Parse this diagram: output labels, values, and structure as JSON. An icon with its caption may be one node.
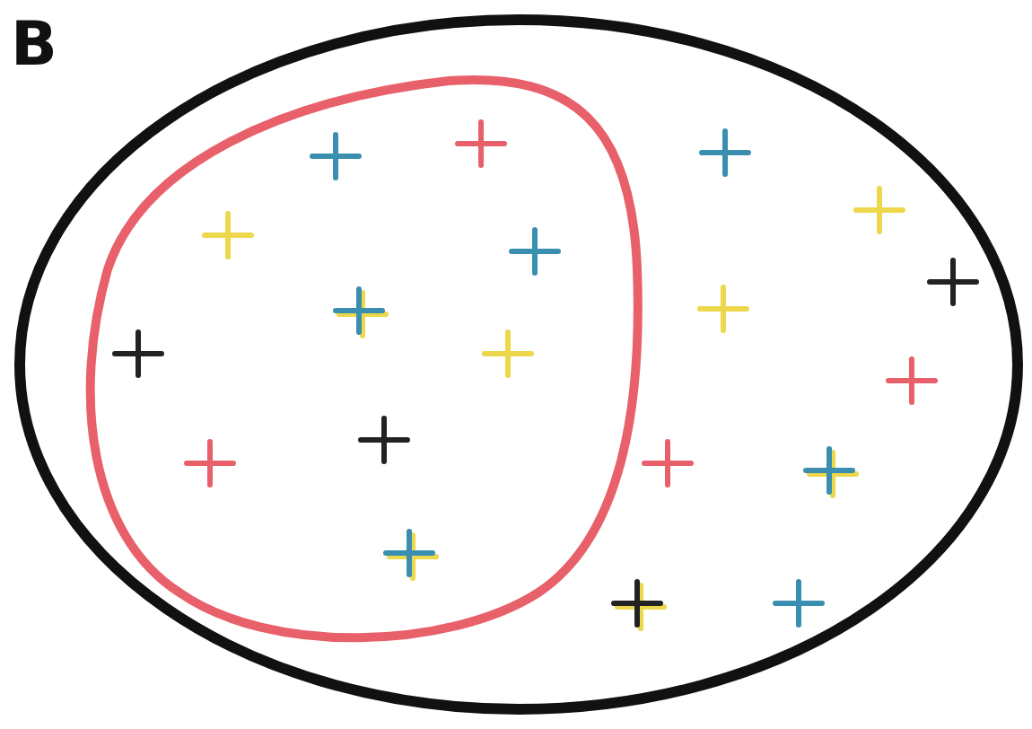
{
  "diagram": {
    "nodes": [
      {
        "text": [],
        "shape": "ellipse"
      },
      {
        "text": [],
        "shape": "loop",
        "in": 0
      }
    ],
    "labels": [
      "B"
    ]
  }
}
